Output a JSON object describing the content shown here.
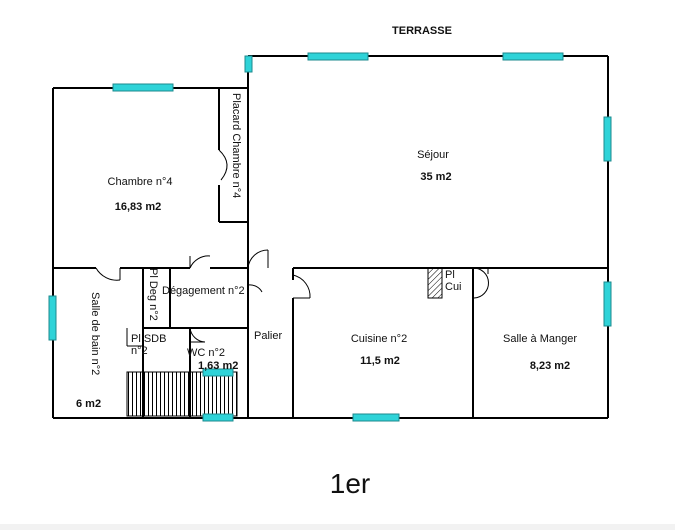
{
  "plan": {
    "floor": "1er",
    "terrace": "TERRASSE",
    "rooms": {
      "sejour": {
        "name": "Séjour",
        "area": "35 m2"
      },
      "chambre4": {
        "name": "Chambre n°4",
        "area": "16,83 m2"
      },
      "placard": {
        "name": "Placard Chambre n°4"
      },
      "degagement": {
        "name": "Dégagement n°2"
      },
      "pl_deg": {
        "name": "Pl Deg n°2"
      },
      "pl_sdb": {
        "name": "Pl SDB n°2"
      },
      "sdb": {
        "name": "Salle de bain n°2",
        "area": "6 m2"
      },
      "wc": {
        "name": "WC n°2",
        "area": "1,63 m2"
      },
      "palier": {
        "name": "Palier"
      },
      "cuisine": {
        "name": "Cuisine n°2",
        "area": "11,5 m2"
      },
      "pl_cui": {
        "name": "Pl Cui"
      },
      "salle_manger": {
        "name": "Salle à Manger",
        "area": "8,23 m2"
      }
    }
  },
  "colors": {
    "window": "#2fd3d8",
    "wall": "#000000"
  }
}
